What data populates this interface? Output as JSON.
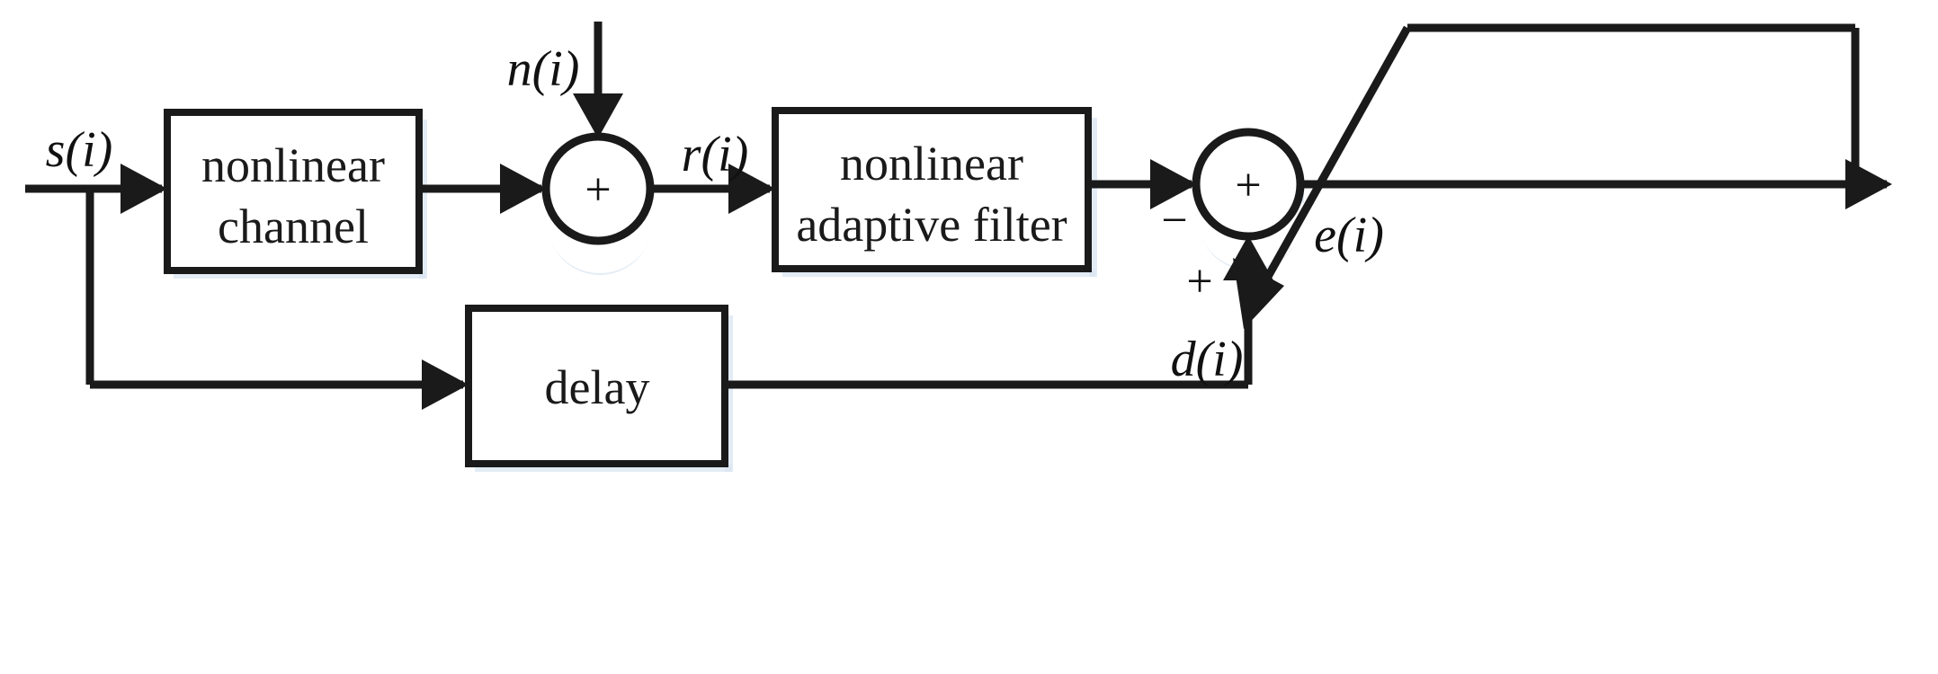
{
  "figure": {
    "kind": "block-diagram",
    "title": "Nonlinear channel equalization block diagram",
    "background_color": "#ffffff",
    "line_color": "#1a1a1a",
    "shadow_color": "#d9e6f2"
  },
  "blocks": {
    "nonlinear_channel": {
      "line1": "nonlinear",
      "line2": "channel"
    },
    "nonlinear_adaptive_filter": {
      "line1": "nonlinear",
      "line2": "adaptive filter"
    },
    "delay": {
      "line1": "delay"
    }
  },
  "signals": {
    "input": "s(i)",
    "noise": "n(i)",
    "received": "r(i)",
    "desired": "d(i)",
    "error": "e(i)"
  },
  "operators": {
    "sum1_plus": "+",
    "sum2_plus": "+",
    "sum2_minus": "−",
    "sum2_feedback_plus": "+"
  }
}
